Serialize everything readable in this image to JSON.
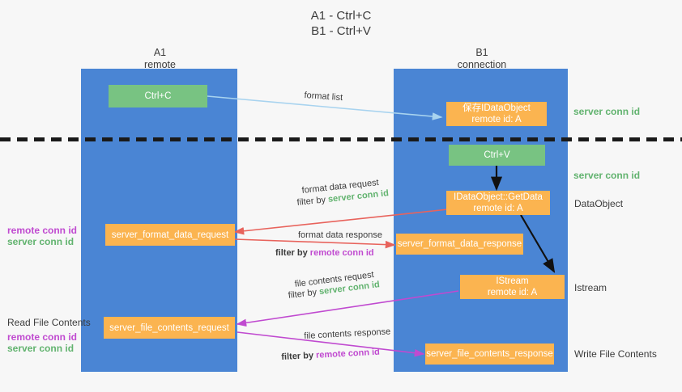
{
  "title": {
    "line1": "A1 - Ctrl+C",
    "line2": "B1 - Ctrl+V"
  },
  "lanes": [
    {
      "name": "A1",
      "sub": "remote"
    },
    {
      "name": "B1",
      "sub": "connection"
    }
  ],
  "nodes": {
    "ctrl_c": "Ctrl+C",
    "ctrl_v": "Ctrl+V",
    "save_idataobject_l1": "保存IDataObject",
    "save_idataobject_l2": "remote id: A",
    "getdata_l1": "IDataObject::GetData",
    "getdata_l2": "remote id: A",
    "istream_l1": "IStream",
    "istream_l2": "remote id: A",
    "server_format_data_request": "server_format_data_request",
    "server_format_data_response": "server_format_data_response",
    "server_file_contents_request": "server_file_contents_request",
    "server_file_contents_response": "server_file_contents_response"
  },
  "right_labels": {
    "server_conn_id_top": "server conn id",
    "server_conn_id_mid": "server conn id",
    "dataobject": "DataObject",
    "istream": "Istream",
    "write_file_contents": "Write File Contents"
  },
  "left_labels": {
    "remote_conn_id_1": "remote conn id",
    "server_conn_id_1": "server conn id",
    "read_file_contents": "Read File Contents",
    "remote_conn_id_2": "remote conn id",
    "server_conn_id_2": "server conn id"
  },
  "edges": {
    "format_list": "format list",
    "format_data_request": "format data request",
    "filter_by_1_prefix": "filter by ",
    "filter_by_1_value": "server conn id",
    "format_data_response": "format data response",
    "filter_by_2_prefix": "filter by ",
    "filter_by_2_value": "remote conn id",
    "file_contents_request": "file contents request",
    "filter_by_3_prefix": "filter by ",
    "filter_by_3_value": "server conn id",
    "file_contents_response": "file contents response",
    "filter_by_4_prefix": "filter by ",
    "filter_by_4_value": "remote conn id"
  },
  "colors": {
    "lane": "#4a85d4",
    "green_node": "#78c382",
    "orange_node": "#fbb450",
    "green_text": "#62b36f",
    "magenta_text": "#c04ad0",
    "light_blue_arrow": "#a8d3ef",
    "red_arrow": "#e8635c",
    "black_arrow": "#111111",
    "background": "#f7f7f7"
  }
}
